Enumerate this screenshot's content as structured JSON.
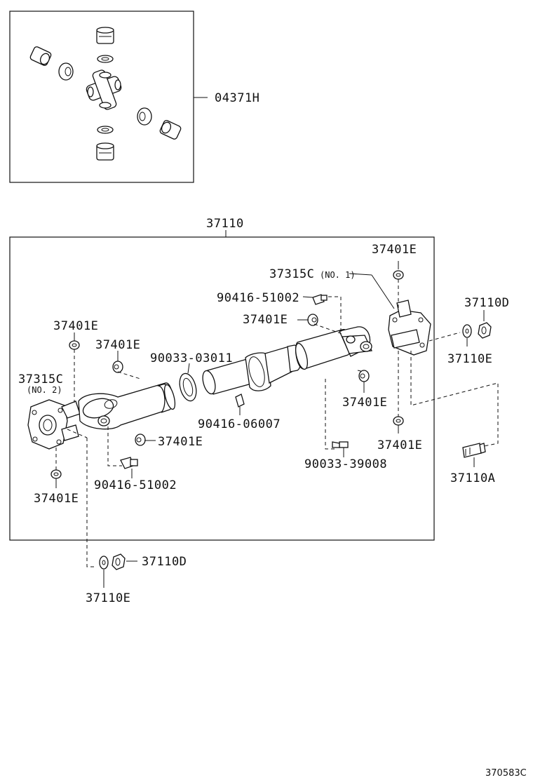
{
  "labels": {
    "universal_joint_kit": "04371H",
    "propeller_shaft_assembly": "37110",
    "flange_yoke_no1": "37315C",
    "flange_yoke_no1_note": "(NO. 1)",
    "flange_yoke_no2": "37315C",
    "flange_yoke_no2_note": "(NO. 2)",
    "snap_ring": "37401E",
    "grease_fitting": "90416-51002",
    "grease_fitting_2": "90416-06007",
    "dust_seal": "90033-03011",
    "plug": "90033-39008",
    "nut": "37110D",
    "washer": "37110E",
    "bolt": "37110A"
  },
  "diagram_ref": "370583C"
}
